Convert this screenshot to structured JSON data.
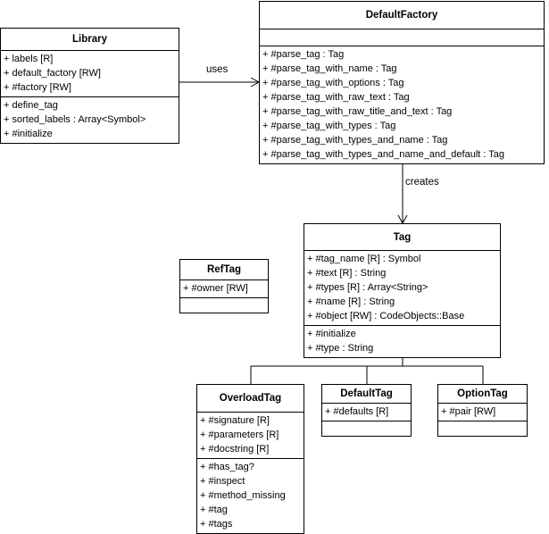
{
  "classes": {
    "library": {
      "name": "Library",
      "attributes": [
        "+ labels [R]",
        "+ default_factory [RW]",
        "+ #factory [RW]"
      ],
      "methods": [
        "+ define_tag",
        "+ sorted_labels : Array<Symbol>",
        "+ #initialize"
      ]
    },
    "default_factory": {
      "name": "DefaultFactory",
      "attributes": [],
      "methods": [
        "+ #parse_tag : Tag",
        "+ #parse_tag_with_name : Tag",
        "+ #parse_tag_with_options : Tag",
        "+ #parse_tag_with_raw_text : Tag",
        "+ #parse_tag_with_raw_title_and_text : Tag",
        "+ #parse_tag_with_types : Tag",
        "+ #parse_tag_with_types_and_name : Tag",
        "+ #parse_tag_with_types_and_name_and_default : Tag"
      ]
    },
    "ref_tag": {
      "name": "RefTag",
      "attributes": [
        "+ #owner [RW]"
      ],
      "methods": []
    },
    "tag": {
      "name": "Tag",
      "attributes": [
        "+ #tag_name [R] : Symbol",
        "+ #text [R] : String",
        "+ #types [R] : Array<String>",
        "+ #name [R] : String",
        "+ #object [RW] : CodeObjects::Base"
      ],
      "methods": [
        "+ #initialize",
        "+ #type : String"
      ]
    },
    "overload_tag": {
      "name": "OverloadTag",
      "attributes": [
        "+ #signature [R]",
        "+ #parameters [R]",
        "+ #docstring [R]"
      ],
      "methods": [
        "+ #has_tag?",
        "+ #inspect",
        "+ #method_missing",
        "+ #tag",
        "+ #tags"
      ]
    },
    "default_tag": {
      "name": "DefaultTag",
      "attributes": [
        "+ #defaults [R]"
      ],
      "methods": []
    },
    "option_tag": {
      "name": "OptionTag",
      "attributes": [
        "+ #pair [RW]"
      ],
      "methods": []
    }
  },
  "relations": {
    "uses_label": "uses",
    "creates_label": "creates"
  }
}
